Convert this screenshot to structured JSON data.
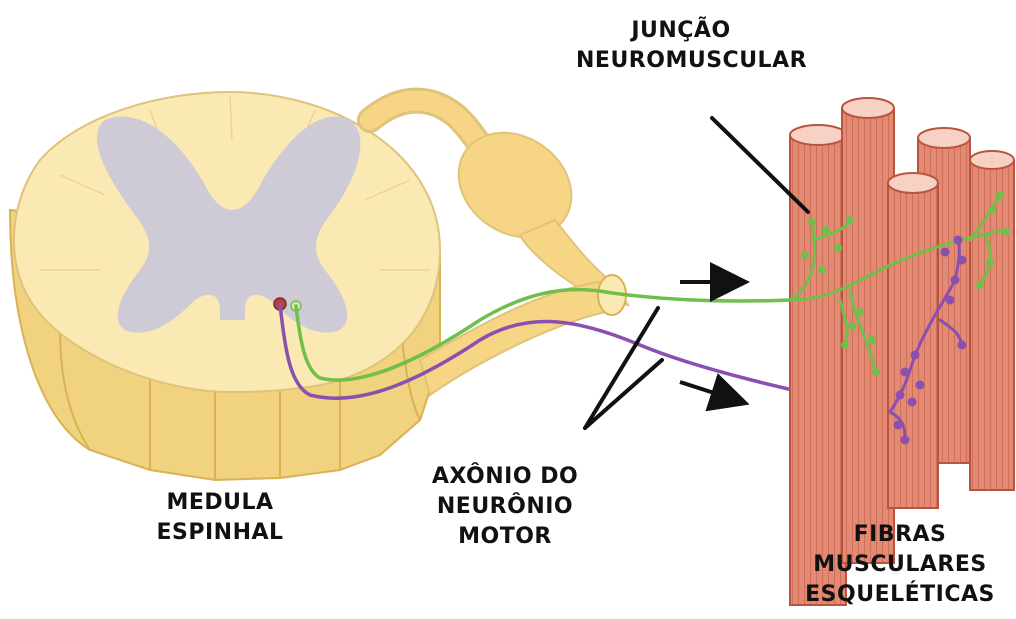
{
  "labels": {
    "junction": {
      "line1": "JUNÇÃO",
      "line2": "NEUROMUSCULAR"
    },
    "spinal_cord": {
      "line1": "MEDULA",
      "line2": "ESPINHAL"
    },
    "axon": {
      "line1": "AXÔNIO DO",
      "line2": "NEURÔNIO",
      "line3": "MOTOR"
    },
    "fibers": {
      "line1": "FIBRAS",
      "line2": "MUSCULARES",
      "line3": "ESQUELÉTICAS"
    }
  },
  "colors": {
    "white_matter": "#fbe9b4",
    "white_matter_side": "#f0d27f",
    "grey_matter": "#cfcbd6",
    "nerve_root": "#f6d684",
    "green_axon": "#6fbf4a",
    "purple_axon": "#8b4fb0",
    "muscle": "#e38a74",
    "muscle_dark": "#c9664f",
    "muscle_top": "#f6d1c4"
  }
}
